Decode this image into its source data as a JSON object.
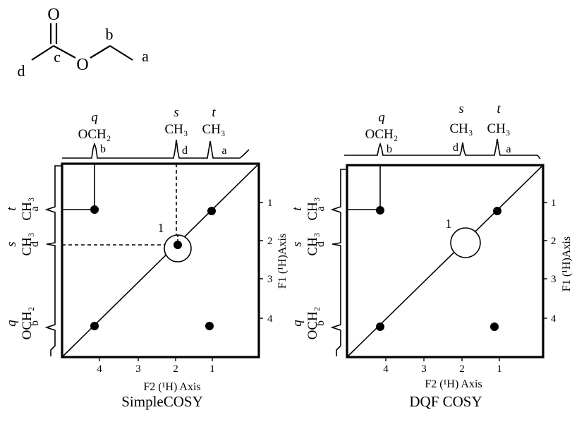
{
  "molecule": {
    "atoms": {
      "carbonyl_o": "O",
      "ester_o": "O"
    },
    "labels": {
      "a": "a",
      "b": "b",
      "c": "c",
      "d": "d"
    }
  },
  "panels": [
    {
      "key": "simple",
      "title": "SimpleCOSY",
      "x_axis_label": "F2 (¹H) Axis",
      "y_axis_label": "F1 (¹H)Axis",
      "x_ticks": [
        "4",
        "3",
        "2",
        "1"
      ],
      "y_ticks": [
        "1",
        "2",
        "3",
        "4"
      ],
      "peak_annotation": "1",
      "top_spectrum": {
        "q": {
          "mult": "q",
          "group": "OCH₂",
          "letter": "b"
        },
        "s": {
          "mult": "s",
          "group": "CH₃",
          "letter": "d"
        },
        "t": {
          "mult": "t",
          "group": "CH₃",
          "letter": "a"
        }
      },
      "left_spectrum": {
        "t": {
          "mult": "t",
          "group": "CH₃",
          "letter": "a"
        },
        "s": {
          "mult": "s",
          "group": "CH₃",
          "letter": "d"
        },
        "q": {
          "mult": "q",
          "group": "OCH₂",
          "letter": "b"
        }
      }
    },
    {
      "key": "dqf",
      "title": "DQF COSY",
      "x_axis_label": "F2 (¹H) Axis",
      "y_axis_label": "F1 (¹H)Axis",
      "x_ticks": [
        "4",
        "3",
        "2",
        "1"
      ],
      "y_ticks": [
        "1",
        "2",
        "3",
        "4"
      ],
      "peak_annotation": "1",
      "top_spectrum": {
        "q": {
          "mult": "q",
          "group": "OCH₂",
          "letter": "b"
        },
        "s": {
          "mult": "s",
          "group": "CH₃",
          "letter": "d"
        },
        "t": {
          "mult": "t",
          "group": "CH₃",
          "letter": "a"
        }
      },
      "left_spectrum": {
        "t": {
          "mult": "t",
          "group": "CH₃",
          "letter": "a"
        },
        "s": {
          "mult": "s",
          "group": "CH₃",
          "letter": "d"
        },
        "q": {
          "mult": "q",
          "group": "OCH₂",
          "letter": "b"
        }
      }
    }
  ]
}
